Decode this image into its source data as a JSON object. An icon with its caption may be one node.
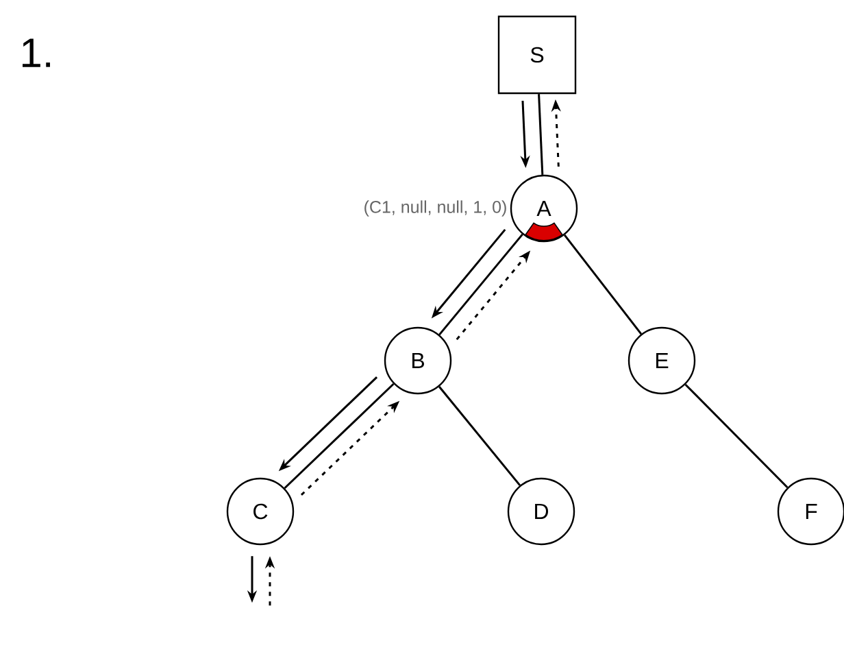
{
  "diagram": {
    "nodes": [
      {
        "text": [
          "S"
        ]
      },
      {
        "text": [
          "A"
        ],
        "beside": [
          "(C1, null, null, 1, 0)"
        ]
      },
      {
        "text": [
          "B"
        ]
      },
      {
        "text": [
          "E"
        ]
      },
      {
        "text": [
          "C"
        ]
      },
      {
        "text": [
          "D"
        ]
      },
      {
        "text": [
          "F"
        ]
      }
    ],
    "edges": [
      {
        "from": 0,
        "to": 1,
        "arrow": "none"
      },
      {
        "from": 0,
        "to": 1,
        "arrow": "to"
      },
      {
        "from": 1,
        "to": 0,
        "arrow": "to",
        "style": "dashed"
      },
      {
        "from": 1,
        "to": 2,
        "arrow": "none"
      },
      {
        "from": 1,
        "to": 2,
        "arrow": "to"
      },
      {
        "from": 2,
        "to": 1,
        "arrow": "to",
        "style": "dashed"
      },
      {
        "from": 1,
        "to": 3,
        "arrow": "none"
      },
      {
        "from": 2,
        "to": 4,
        "arrow": "none"
      },
      {
        "from": 2,
        "to": 4,
        "arrow": "to"
      },
      {
        "from": 4,
        "to": 2,
        "arrow": "to",
        "style": "dashed"
      },
      {
        "from": 2,
        "to": 5,
        "arrow": "none"
      },
      {
        "from": 3,
        "to": 6,
        "arrow": "none"
      },
      {
        "from": 4,
        "to": null,
        "arrow": "to"
      },
      {
        "from": null,
        "to": 4,
        "arrow": "to",
        "style": "dashed"
      }
    ],
    "labels": [
      "1."
    ]
  }
}
